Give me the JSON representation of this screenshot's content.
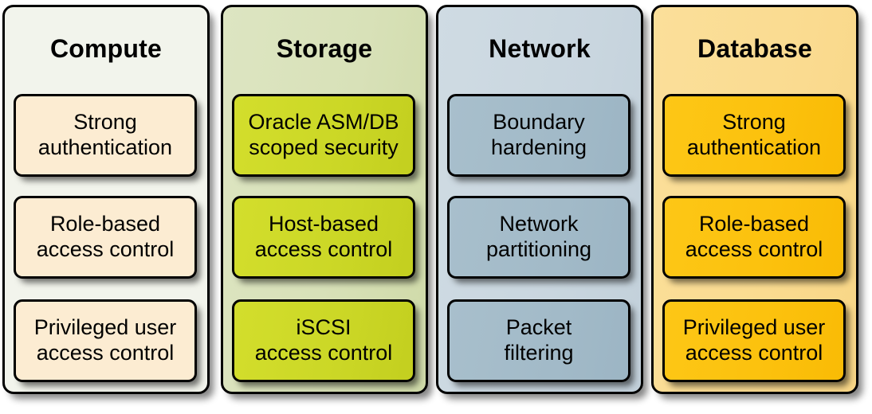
{
  "diagram": {
    "type": "four-column-category-card-diagram",
    "background": "#ffffff",
    "columns": [
      {
        "id": "compute",
        "header": "Compute",
        "header_bg": "#f2f4ec",
        "card_bg": "#fcecd2",
        "cards": [
          {
            "text": "Strong\nauthentication"
          },
          {
            "text": "Role-based\naccess control"
          },
          {
            "text": "Privileged user\naccess control"
          }
        ]
      },
      {
        "id": "storage",
        "header": "Storage",
        "header_bg": "#d8e1b8",
        "card_bg": "#cbd726",
        "cards": [
          {
            "text": "Oracle ASM/DB\nscoped security"
          },
          {
            "text": "Host-based\naccess control"
          },
          {
            "text": "iSCSI\naccess control"
          }
        ]
      },
      {
        "id": "network",
        "header": "Network",
        "header_bg": "#c9d6df",
        "card_bg": "#a2bac8",
        "cards": [
          {
            "text": "Boundary\nhardening"
          },
          {
            "text": "Network\npartitioning"
          },
          {
            "text": "Packet\nfiltering"
          }
        ]
      },
      {
        "id": "database",
        "header": "Database",
        "header_bg": "#fadb90",
        "card_bg": "#fcc10d",
        "cards": [
          {
            "text": "Strong\nauthentication"
          },
          {
            "text": "Role-based\naccess control"
          },
          {
            "text": "Privileged user\naccess control"
          }
        ]
      }
    ]
  }
}
